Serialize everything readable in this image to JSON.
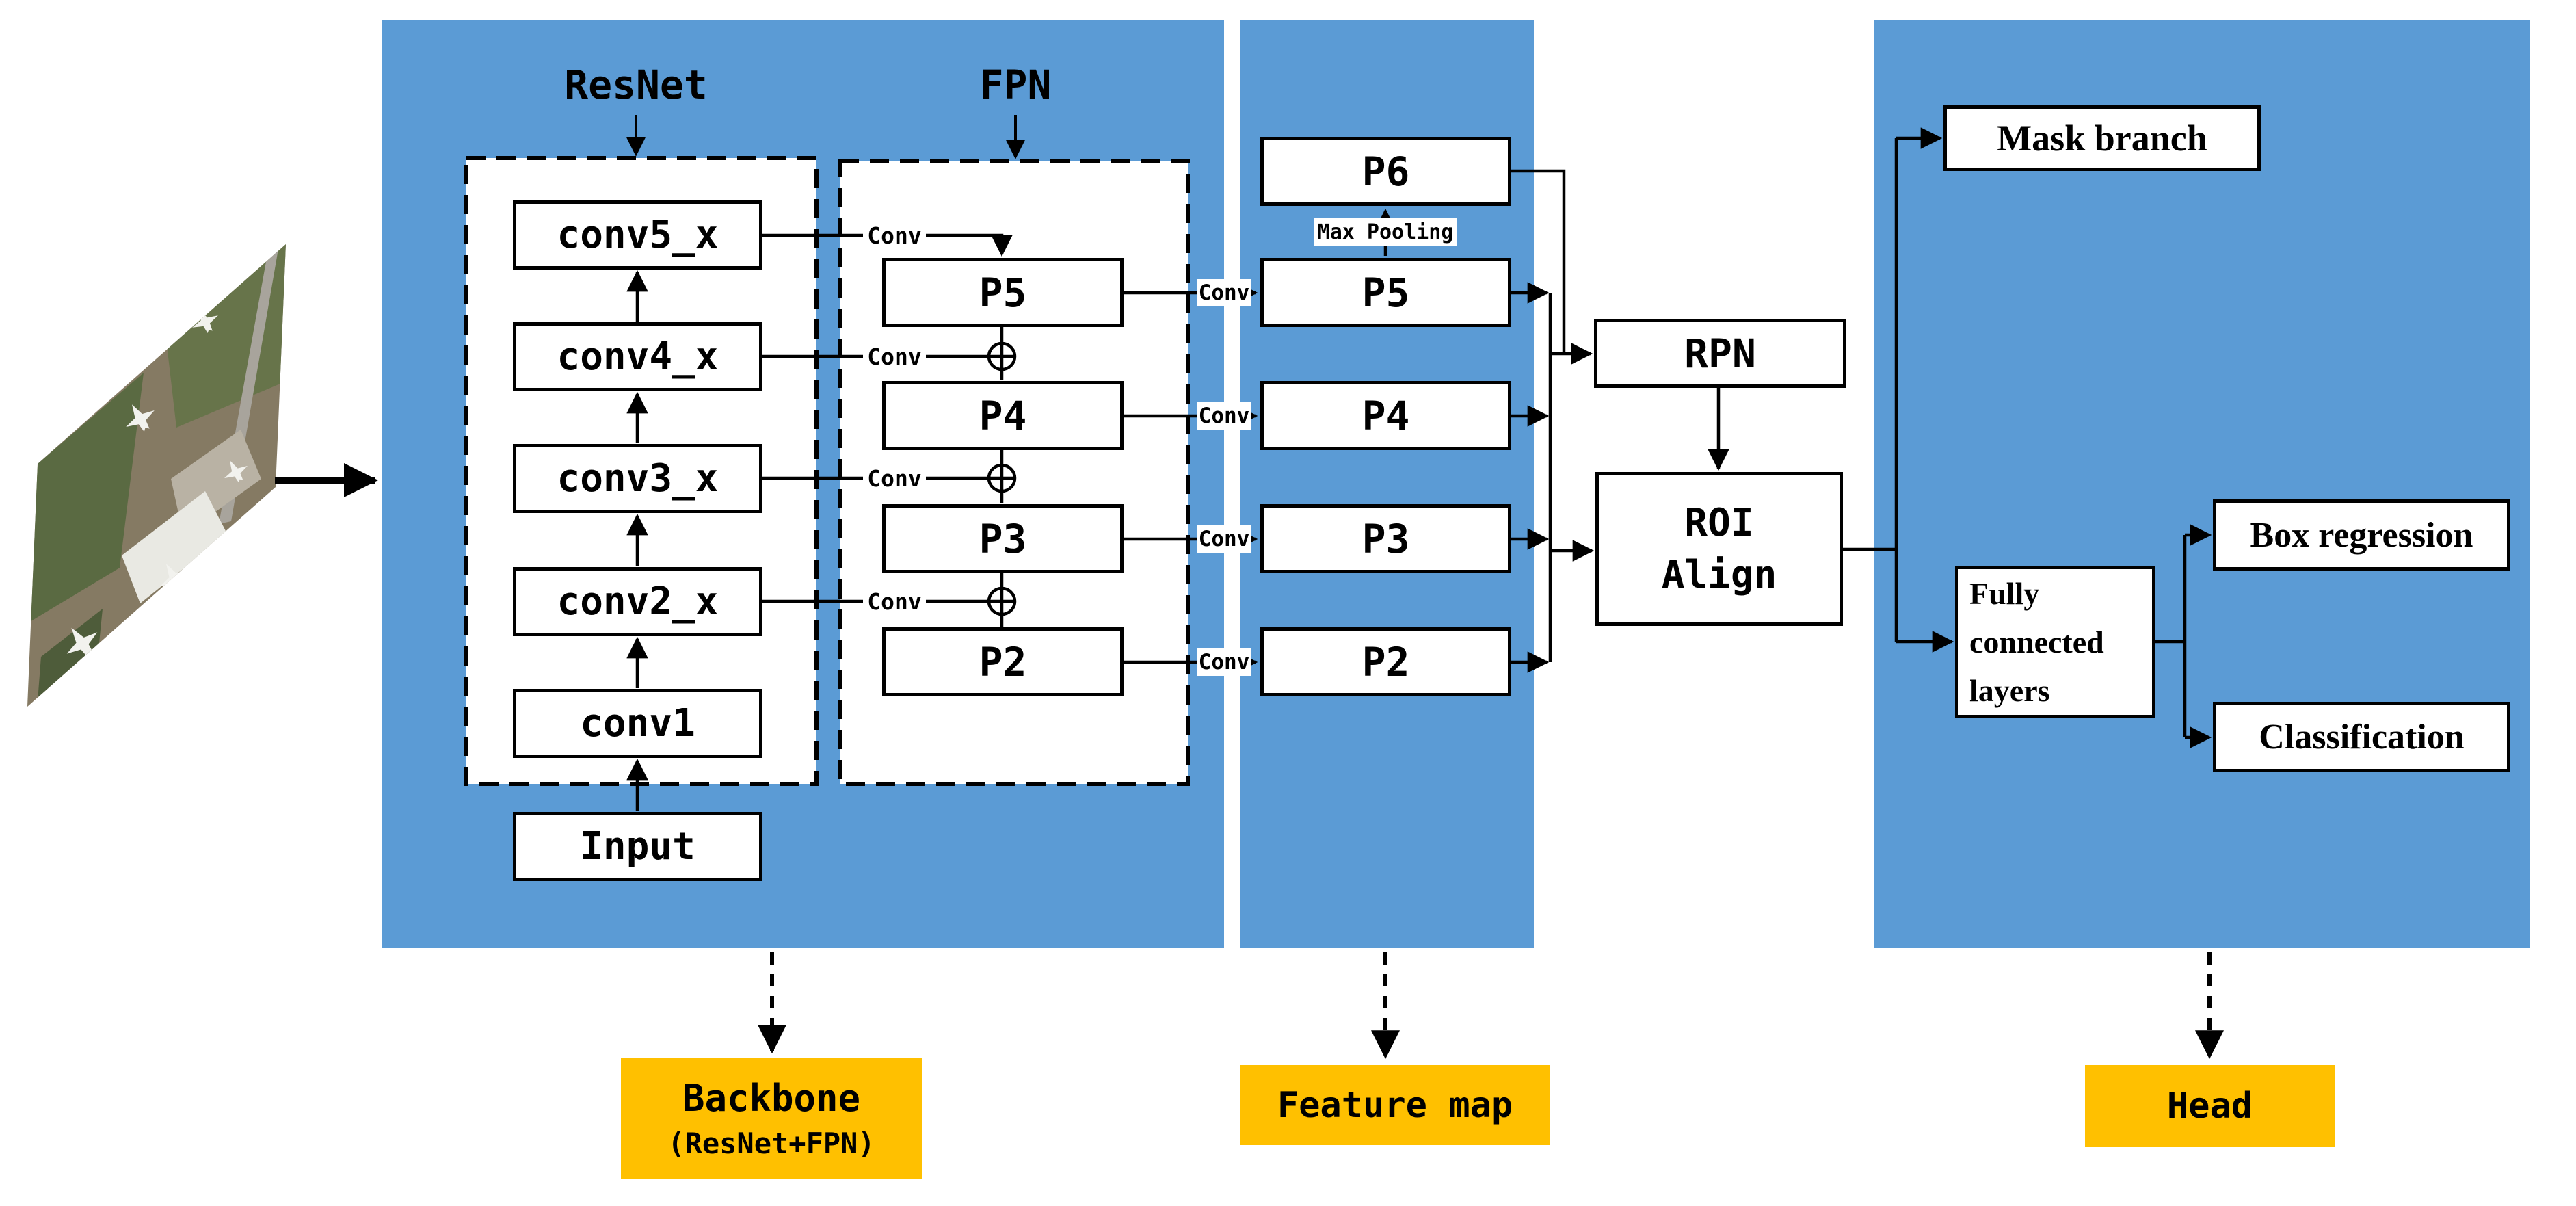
{
  "colors": {
    "panel_blue": "#5B9BD5",
    "caption_orange": "#FFC000",
    "wire_black": "#000000",
    "box_white": "#FFFFFF"
  },
  "backbone": {
    "resnet_title": "ResNet",
    "fpn_title": "FPN",
    "conv_layers": [
      "conv5_x",
      "conv4_x",
      "conv3_x",
      "conv2_x",
      "conv1"
    ],
    "input_label": "Input",
    "fpn_levels": [
      "P5",
      "P4",
      "P3",
      "P2"
    ],
    "conv_op_label": "Conv"
  },
  "feature_map": {
    "levels": [
      "P6",
      "P5",
      "P4",
      "P3",
      "P2"
    ],
    "max_pooling_label": "Max Pooling"
  },
  "rpn_label": "RPN",
  "roi_align": {
    "line1": "ROI",
    "line2": "Align"
  },
  "head": {
    "mask_branch_label": "Mask branch",
    "fully_connected_lines": [
      "Fully",
      "connected",
      "layers"
    ],
    "box_regression_label": "Box regression",
    "classification_label": "Classification"
  },
  "captions": {
    "backbone_title": "Backbone",
    "backbone_subtitle": "(ResNet+FPN)",
    "feature_map_title": "Feature map",
    "head_title": "Head"
  }
}
